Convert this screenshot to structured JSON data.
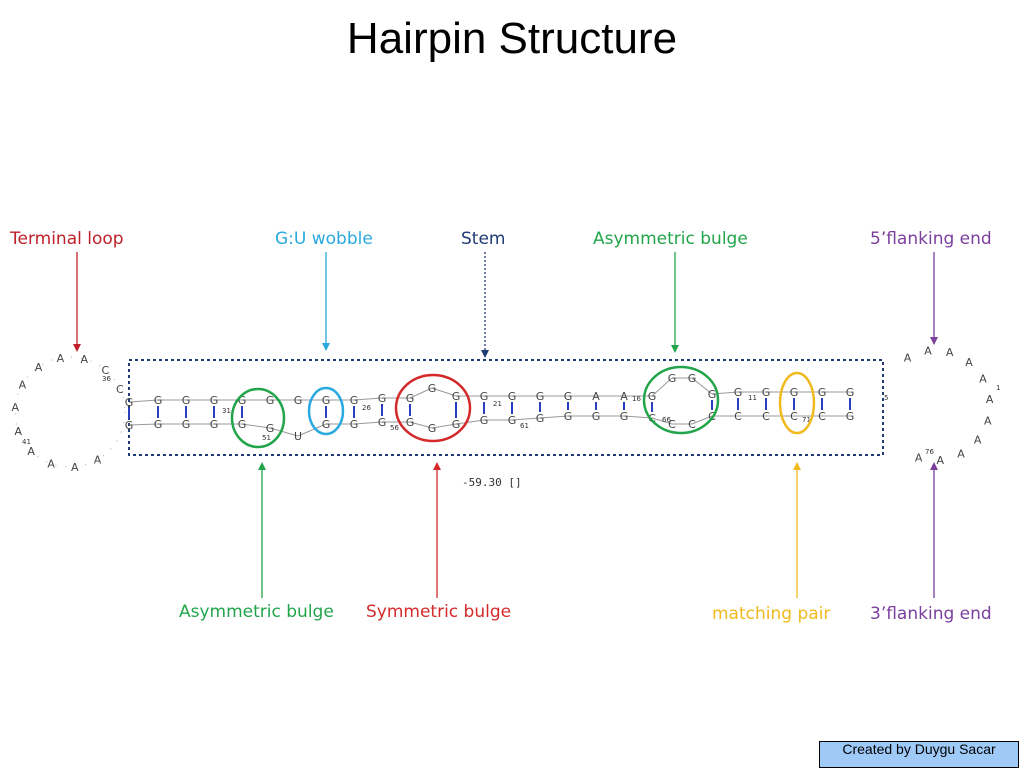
{
  "title": "Hairpin Structure",
  "labels": {
    "terminal_loop": "Terminal loop",
    "gu_wobble": "G:U wobble",
    "stem": "Stem",
    "asym_bulge_top": "Asymmetric bulge",
    "five_prime": "5’flanking end",
    "asym_bulge_bottom": "Asymmetric bulge",
    "sym_bulge": "Symmetric bulge",
    "matching_pair": "matching pair",
    "three_prime": "3’flanking end"
  },
  "energy": "-59.30 []",
  "credit": "Created by Duygu Sacar",
  "structure": {
    "loop_left": [
      "A",
      "A",
      "A",
      "A",
      "A",
      "A",
      "A",
      "A",
      "A",
      "A",
      "C",
      "C"
    ],
    "loop_right": [
      "A",
      "A",
      "A",
      "A",
      "A",
      "A",
      "A",
      "A",
      "A",
      "A",
      "A"
    ],
    "top_strand": [
      "G",
      "G",
      "G",
      "G",
      "G",
      "G",
      "G",
      "G",
      "G",
      "G",
      "G",
      "G",
      "G",
      "G",
      "G",
      "G",
      "G",
      "A",
      "A",
      "G",
      "G",
      "G",
      "G",
      "G",
      "G",
      "G",
      "G",
      "G"
    ],
    "bottom_strand": [
      "G",
      "G",
      "G",
      "G",
      "G",
      "G",
      "U",
      "G",
      "G",
      "G",
      "G",
      "G",
      "G",
      "G",
      "G",
      "G",
      "G",
      "G",
      "G",
      "C",
      "C",
      "C",
      "C",
      "C",
      "C",
      "C",
      "C",
      "G"
    ],
    "position_numbers": [
      "36",
      "41",
      "31",
      "51",
      "26",
      "56",
      "21",
      "61",
      "16",
      "66",
      "11",
      "71",
      "5",
      "1",
      "76"
    ]
  },
  "colors": {
    "terminal_loop": "#c0202a",
    "gu_wobble": "#29a9df",
    "stem": "#1f3b73",
    "asym_bulge": "#22a54a",
    "five_prime": "#7b3f9e",
    "sym_bulge": "#d42a2a",
    "matching_pair": "#f0b91c",
    "three_prime": "#7b3f9e",
    "pair_line": "#2a3fbf"
  }
}
